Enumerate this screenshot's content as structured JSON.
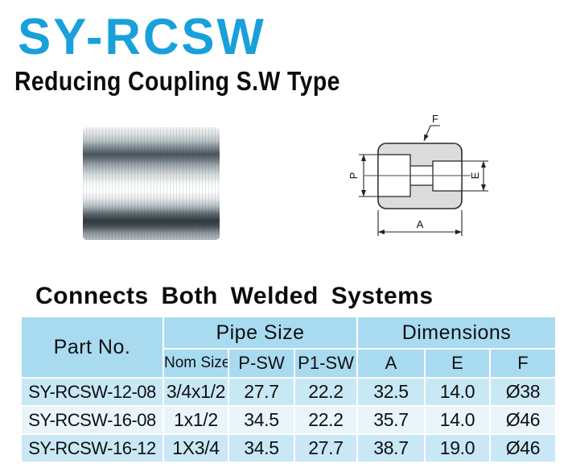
{
  "page": {
    "title": "SY-RCSW",
    "subtitle": "Reducing Coupling S.W Type",
    "section_heading": "Connects Both Welded Systems"
  },
  "colors": {
    "title_blue": "#18A0DB",
    "table_header_bg": "#A8DBF0",
    "table_row_odd_bg": "#C9E8F6",
    "table_row_even_bg": "#EAF5FB",
    "drawing_body_fill": "#DCDCDC"
  },
  "diagram": {
    "labels": {
      "f": "F",
      "p": "P",
      "e": "E",
      "a": "A"
    }
  },
  "table": {
    "header": {
      "part_no": "Part No.",
      "pipe_size": "Pipe Size",
      "dimensions": "Dimensions",
      "sub": [
        "Nom Size",
        "P-SW",
        "P1-SW",
        "A",
        "E",
        "F"
      ]
    },
    "rows": [
      {
        "part_no": "SY-RCSW-12-08",
        "nom_size": "3/4x1/2",
        "p_sw": "27.7",
        "p1_sw": "22.2",
        "a": "32.5",
        "e": "14.0",
        "f": "Ø38"
      },
      {
        "part_no": "SY-RCSW-16-08",
        "nom_size": "1x1/2",
        "p_sw": "34.5",
        "p1_sw": "22.2",
        "a": "35.7",
        "e": "14.0",
        "f": "Ø46"
      },
      {
        "part_no": "SY-RCSW-16-12",
        "nom_size": "1X3/4",
        "p_sw": "34.5",
        "p1_sw": "27.7",
        "a": "38.7",
        "e": "19.0",
        "f": "Ø46"
      }
    ]
  }
}
